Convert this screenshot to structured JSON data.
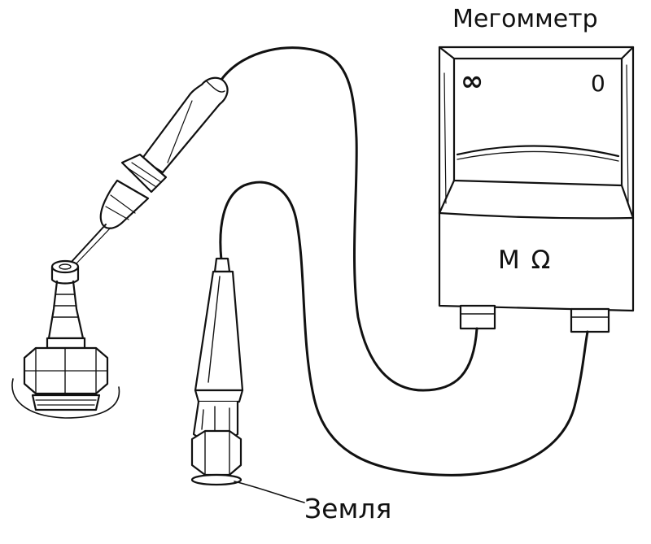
{
  "labels": {
    "meter_title": "Мегомметр",
    "ground": "Земля",
    "unit": "M Ω",
    "scale_left": "∞",
    "scale_right": "0"
  },
  "colors": {
    "ink": "#111111",
    "paper": "#ffffff",
    "shade": "#e4e4e4"
  }
}
